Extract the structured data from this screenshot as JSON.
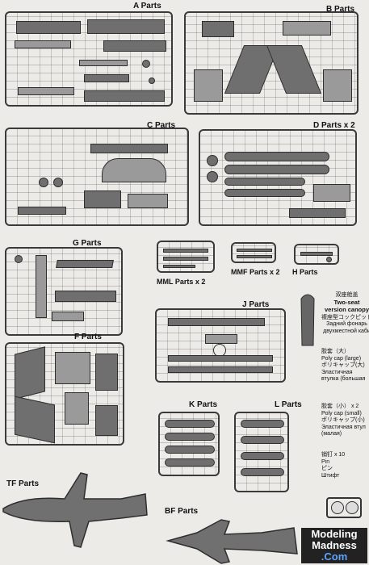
{
  "labels": {
    "a": "A Parts",
    "b": "B Parts",
    "c": "C Parts",
    "d": "D Parts x 2",
    "g": "G Parts",
    "mml": "MML Parts x 2",
    "mmf": "MMF Parts x 2",
    "h": "H Parts",
    "j": "J Parts",
    "f": "F Parts",
    "k": "K Parts",
    "l": "L Parts",
    "tf": "TF Parts",
    "bf": "BF Parts"
  },
  "notes": {
    "canopy": [
      "双座舱盖",
      "Two-seat",
      "version canopy",
      "複座型コックピット",
      "Задний фонарь",
      "двухместной каби"
    ],
    "polycap_large": [
      "胶套（大）",
      "Poly cap (large)",
      "ポリキャップ(大)",
      "Эластичная",
      "втулка (большая"
    ],
    "polycap_small": [
      "胶套（小） x 2",
      "Poly cap (small)",
      "ポリキャップ(小)",
      "Эластичная втул",
      "(малая)"
    ],
    "pin": [
      "销钉 x 10",
      "Pin",
      "ピン",
      "Штифт"
    ]
  },
  "watermark": [
    "Modeling",
    "Madness",
    ".Com"
  ]
}
